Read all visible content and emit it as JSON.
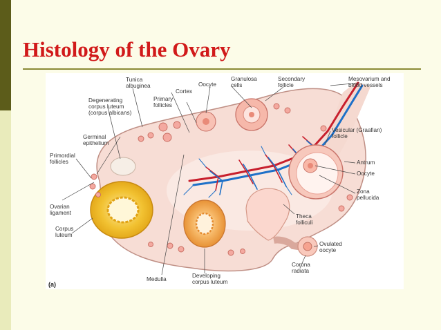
{
  "slide": {
    "title": "Histology of the Ovary",
    "accent_color": "#d11a1a",
    "sidebar_colors": [
      "#5c5c1a",
      "#e9ebbb"
    ]
  },
  "figure": {
    "panel_letter": "(a)",
    "labels": {
      "tunica_albuginea": [
        "Tunica",
        "albuginea"
      ],
      "cortex": [
        "Cortex"
      ],
      "oocyte_top": [
        "Oocyte"
      ],
      "granulosa_cells": [
        "Granulosa",
        "cells"
      ],
      "secondary_follicle": [
        "Secondary",
        "follicle"
      ],
      "mesovarium": [
        "Mesovarium and",
        "blood vessels"
      ],
      "degenerating_corpus_luteum": [
        "Degenerating",
        "corpus luteum",
        "(corpus albicans)"
      ],
      "primary_follicles": [
        "Primary",
        "follicles"
      ],
      "germinal_epithelium": [
        "Germinal",
        "epithelium"
      ],
      "primordial_follicles": [
        "Primordial",
        "follicles"
      ],
      "vesicular_follicle": [
        "Vesicular (Graafian)",
        "follicle"
      ],
      "antrum": [
        "Antrum"
      ],
      "oocyte_right": [
        "Oocyte"
      ],
      "zona_pellucida": [
        "Zona",
        "pellucida"
      ],
      "ovarian_ligament": [
        "Ovarian",
        "ligament"
      ],
      "corpus_luteum": [
        "Corpus",
        "luteum"
      ],
      "theca_folliculi": [
        "Theca",
        "folliculi"
      ],
      "ovulated_oocyte": [
        "Ovulated",
        "oocyte"
      ],
      "corona_radiata": [
        "Corona",
        "radiata"
      ],
      "medulla": [
        "Medulla"
      ],
      "developing_corpus_luteum": [
        "Developing",
        "corpus luteum"
      ]
    }
  }
}
